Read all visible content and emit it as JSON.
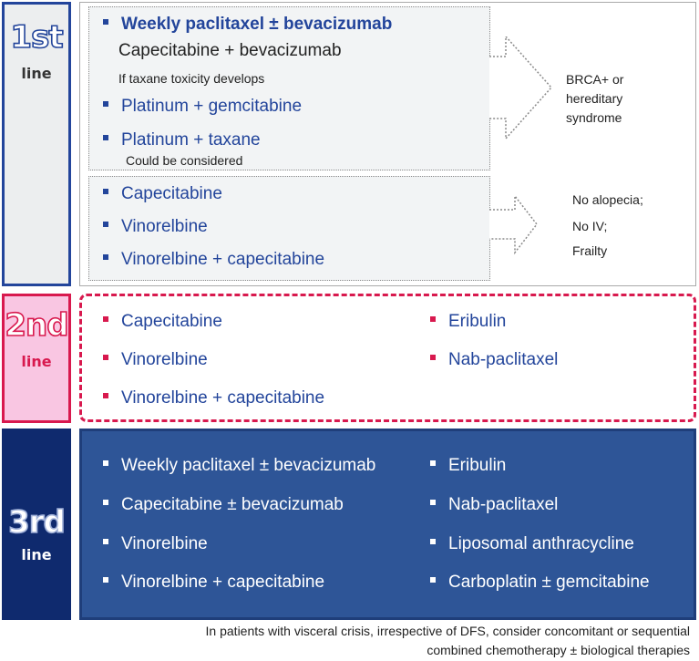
{
  "colors": {
    "first_line": "#23459b",
    "second_line": "#d8194e",
    "second_fill": "#f9c6e2",
    "third_line": "#0f2a6e",
    "third_panel": "#2e5597"
  },
  "lines": {
    "first": {
      "num": "1st",
      "word": "line"
    },
    "second": {
      "num": "2nd",
      "word": "line"
    },
    "third": {
      "num": "3rd",
      "word": "line"
    }
  },
  "first_line": {
    "group_a": {
      "item1": "Weekly paclitaxel  ± bevacizumab",
      "item1_sub": "Capecitabine + bevacizumab",
      "note1": "If taxane toxicity develops",
      "item2": "Platinum + gemcitabine",
      "item3": "Platinum + taxane",
      "note3": "Could be considered",
      "side": [
        "BRCA+ or",
        "hereditary",
        "syndrome"
      ]
    },
    "group_b": {
      "items": [
        "Capecitabine",
        "Vinorelbine",
        "Vinorelbine + capecitabine"
      ],
      "side": [
        "No alopecia;",
        "No IV;",
        "Frailty"
      ]
    }
  },
  "second_line": {
    "left": [
      "Capecitabine",
      "Vinorelbine",
      "Vinorelbine + capecitabine"
    ],
    "right": [
      "Eribulin",
      "Nab-paclitaxel"
    ]
  },
  "third_line": {
    "left": [
      "Weekly paclitaxel ± bevacizumab",
      "Capecitabine ± bevacizumab",
      "Vinorelbine",
      "Vinorelbine + capecitabine"
    ],
    "right": [
      "Eribulin",
      "Nab-paclitaxel",
      "Liposomal anthracycline",
      "Carboplatin ± gemcitabine"
    ]
  },
  "footnote": {
    "line1": "In patients with visceral crisis, irrespective of DFS, consider concomitant or sequential",
    "line2": "combined chemotherapy ± biological therapies"
  }
}
